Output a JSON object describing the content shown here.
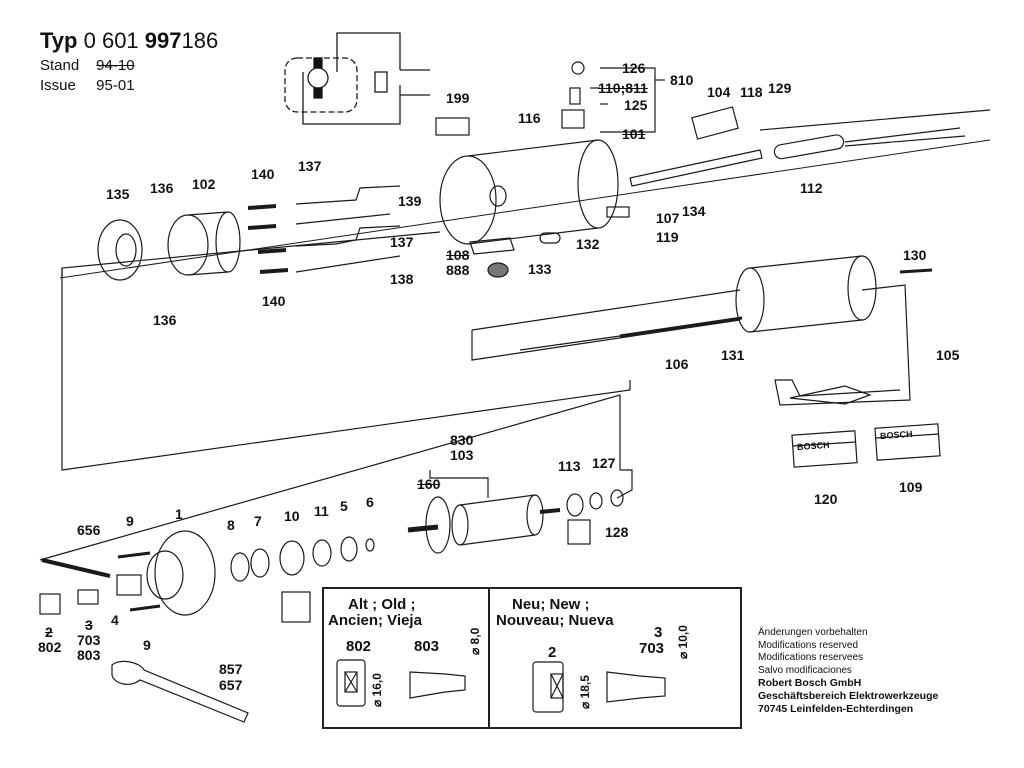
{
  "header": {
    "typ_label": "Typ",
    "typ_part1": "0 601",
    "typ_part2": "997",
    "typ_part3": "186",
    "stand_label": "Stand",
    "stand_value": "94-10",
    "issue_label": "Issue",
    "issue_value": "95-01"
  },
  "parts": {
    "p126": "126",
    "p810": "810",
    "p110_811": "110;811",
    "p125": "125",
    "p101": "101",
    "p116": "116",
    "p199": "199",
    "p104": "104",
    "p118": "118",
    "p129": "129",
    "p112": "112",
    "p134": "134",
    "p107": "107",
    "p119": "119",
    "p132": "132",
    "p108": "108",
    "p888": "888",
    "p133": "133",
    "p135": "135",
    "p136a": "136",
    "p136b": "136",
    "p102": "102",
    "p140a": "140",
    "p140b": "140",
    "p137a": "137",
    "p137b": "137",
    "p139": "139",
    "p138": "138",
    "p130": "130",
    "p105": "105",
    "p106": "106",
    "p131": "131",
    "p120": "120",
    "p109": "109",
    "p830": "830",
    "p103": "103",
    "p160": "160",
    "p113": "113",
    "p127": "127",
    "p128": "128",
    "p656": "656",
    "p9a": "9",
    "p9b": "9",
    "p1": "1",
    "p8": "8",
    "p7": "7",
    "p10": "10",
    "p11": "11",
    "p5": "5",
    "p6": "6",
    "p2": "2",
    "p802": "802",
    "p3": "3",
    "p703": "703",
    "p803": "803",
    "p4": "4",
    "p857": "857",
    "p657": "657"
  },
  "labels": {
    "bosch_a": "BOSCH",
    "bosch_b": "BOSCH"
  },
  "comparison": {
    "old_title_line1": "Alt ; Old ;",
    "old_title_line2": "Ancien; Vieja",
    "old_part_a": "802",
    "old_part_b": "803",
    "old_dim_a": "⌀ 16,0",
    "old_dim_b": "⌀ 8,0",
    "new_title_line1": "Neu; New ;",
    "new_title_line2": "Nouveau; Nueva",
    "new_part_a": "2",
    "new_part_b_top": "3",
    "new_part_b": "703",
    "new_dim_a": "⌀ 18,5",
    "new_dim_b": "⌀ 10,0"
  },
  "notes": {
    "line1": "Änderungen vorbehalten",
    "line2": "Modifications reserved",
    "line3": "Modifications reservees",
    "line4": "Salvo modificaciones",
    "company": "Robert Bosch GmbH",
    "division": "Geschäftsbereich Elektrowerkzeuge",
    "address": "70745 Leinfelden-Echterdingen"
  }
}
